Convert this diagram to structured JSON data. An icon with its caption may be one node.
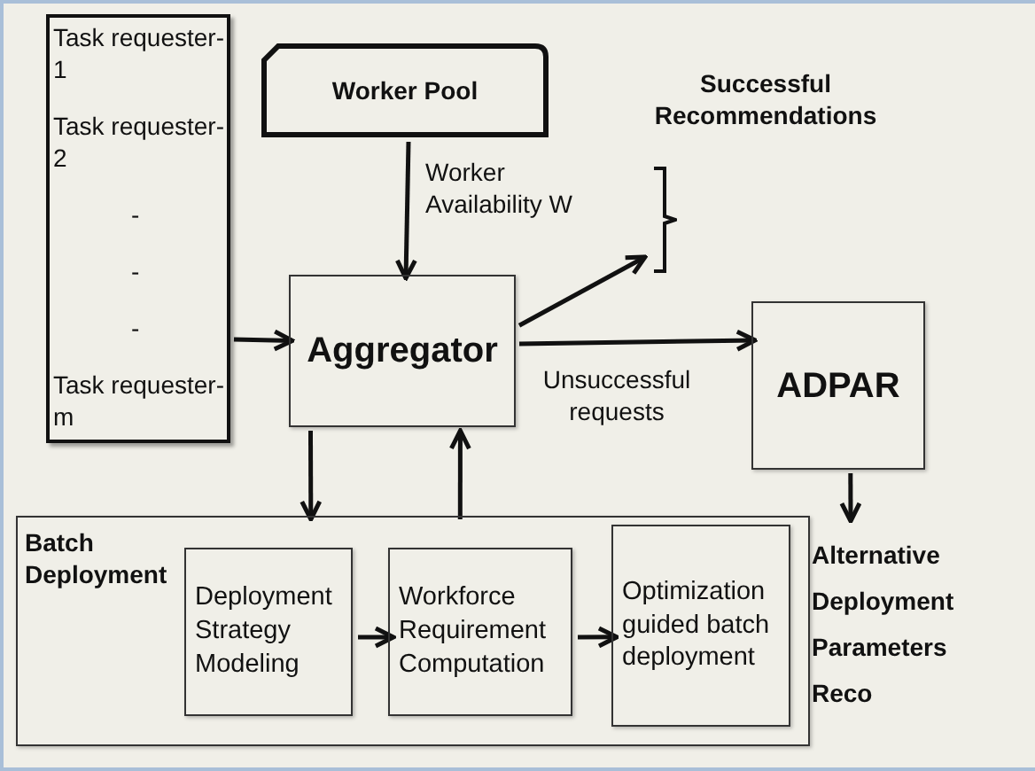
{
  "diagram": {
    "nodes": [
      {
        "text": [
          "Task requester-1",
          "Task requester-2",
          "-",
          "-",
          "-",
          "Task requester-m"
        ]
      },
      {
        "text": [
          "Worker Pool"
        ]
      },
      {
        "text": [
          "Aggregator"
        ]
      },
      {
        "text": [
          "Successful Recommendations"
        ]
      },
      {
        "text": [
          "ADPAR"
        ]
      },
      {
        "text": [
          "Alternative Deployment Parameters Reco"
        ]
      },
      {
        "text": [
          "Batch Deployment"
        ]
      },
      {
        "text": [
          "Deployment Strategy Modeling"
        ],
        "in": 6
      },
      {
        "text": [
          "Workforce Requirement Computation"
        ],
        "in": 6
      },
      {
        "text": [
          "Optimization guided batch deployment"
        ],
        "in": 6
      }
    ],
    "edges": [
      {
        "from": 0,
        "to": 2,
        "arrow": "to"
      },
      {
        "from": 1,
        "to": 2,
        "arrow": "to",
        "label": "Worker Availability W"
      },
      {
        "from": 2,
        "to": 3,
        "arrow": "to"
      },
      {
        "from": 2,
        "to": 4,
        "arrow": "to",
        "label": "Unsuccessful requests"
      },
      {
        "from": 4,
        "to": 5,
        "arrow": "to"
      },
      {
        "from": 2,
        "to": 6,
        "arrow": "to"
      },
      {
        "from": 6,
        "to": 2,
        "arrow": "to"
      },
      {
        "from": 7,
        "to": 8,
        "arrow": "to"
      },
      {
        "from": 8,
        "to": 9,
        "arrow": "to"
      }
    ]
  }
}
